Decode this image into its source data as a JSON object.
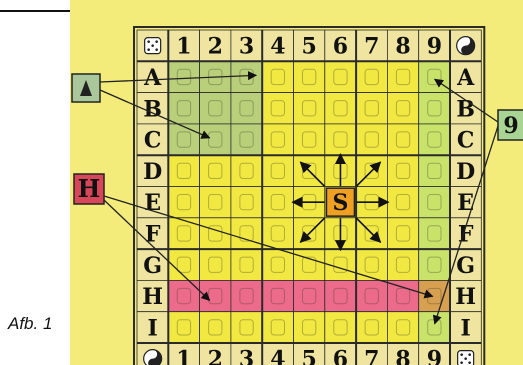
{
  "caption": "Afb. 1",
  "board": {
    "col_labels": [
      "1",
      "2",
      "3",
      "4",
      "5",
      "6",
      "7",
      "8",
      "9"
    ],
    "row_labels": [
      "A",
      "B",
      "C",
      "D",
      "E",
      "F",
      "G",
      "H",
      "I"
    ],
    "center_marker": "S",
    "markers": [
      {
        "id": "marker-h",
        "label": "H",
        "color": "#d8465a"
      },
      {
        "id": "marker-9",
        "label": "9",
        "color": "#a8d494"
      },
      {
        "id": "marker-arrow",
        "label": "",
        "color": "#a9c79a"
      }
    ]
  },
  "colors": {
    "photo_bg": "#f3ec7a",
    "cell_yellow": "#f2e842",
    "cell_green": "#b9cf7a",
    "cell_pink": "#ec6a8a",
    "cell_orange": "#d7a050",
    "cell_lightgreen": "#c8e26a",
    "grid_line": "#2a2a2a",
    "header_bg": "#efe5a0"
  }
}
